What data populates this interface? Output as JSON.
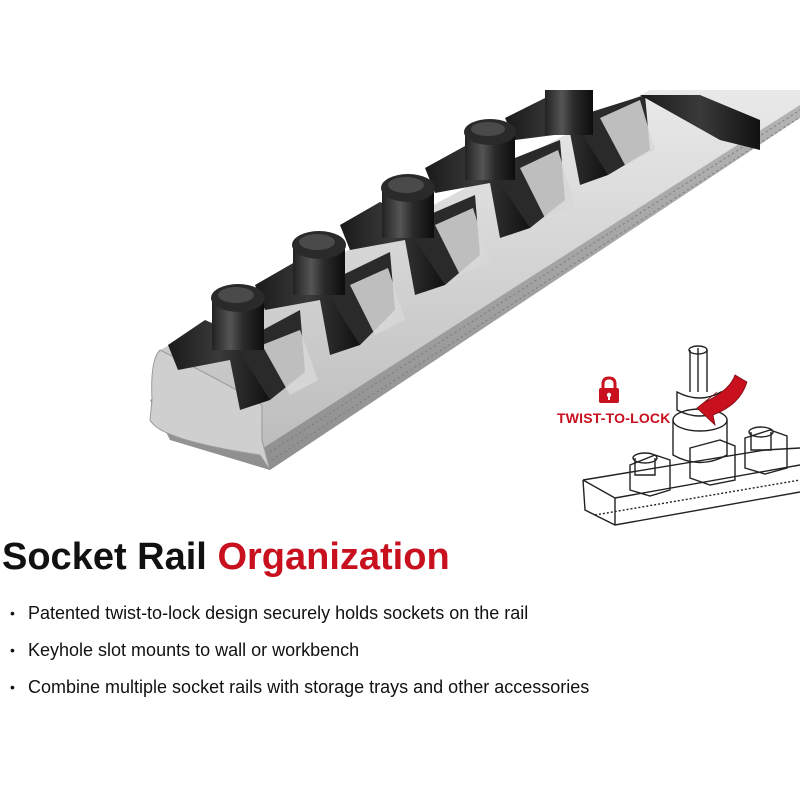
{
  "inset": {
    "callout_label": "TWIST-TO-LOCK",
    "callout_color": "#c8101e",
    "icon": "lock-icon"
  },
  "headline": {
    "text_primary": "Socket Rail",
    "text_accent": "Organization",
    "accent_color": "#c8101e"
  },
  "features": [
    {
      "bullet": "•",
      "text": "Patented twist-to-lock design securely holds sockets on the rail"
    },
    {
      "bullet": "•",
      "text": "Keyhole slot mounts to wall or workbench"
    },
    {
      "bullet": "•",
      "text": "Combine multiple socket rails with storage trays and other accessories"
    }
  ]
}
